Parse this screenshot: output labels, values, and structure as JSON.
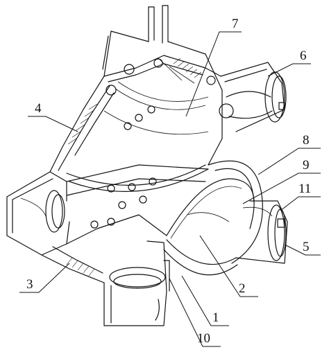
{
  "labels": {
    "part_1": "1",
    "part_2": "2",
    "part_3": "3",
    "part_4": "4",
    "part_5": "5",
    "part_6": "6",
    "part_7": "7",
    "part_8": "8",
    "part_9": "9",
    "part_10": "10",
    "part_11": "11"
  }
}
